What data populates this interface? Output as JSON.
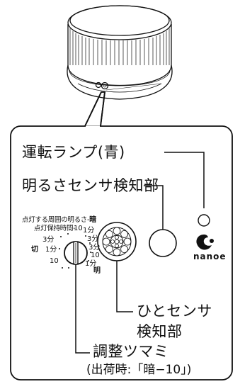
{
  "labels": {
    "operation_lamp": "運転ランプ(青)",
    "brightness_sensor": "明るさセンサ検知部",
    "human_sensor_line1": "ひとセンサ",
    "human_sensor_line2": "検知部",
    "knob_line1": "調整ツマミ",
    "knob_line2": "(出荷時:「暗−10」)"
  },
  "dial": {
    "ambient_brightness_label": "点灯する周囲の明るさ-",
    "dark": "暗",
    "hold_time_label": "点灯保持時間-",
    "off": "切",
    "bright": "明",
    "marks": [
      "10",
      "1分",
      "3分",
      "10",
      "3分",
      "1分",
      "10",
      "1分",
      "3分"
    ]
  },
  "brand": {
    "logo_text": "nanoe"
  }
}
